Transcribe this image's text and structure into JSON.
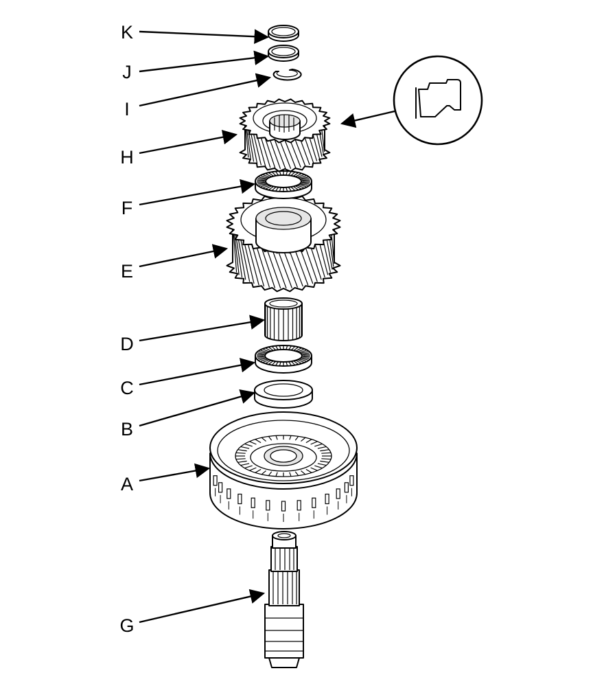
{
  "callouts": [
    {
      "id": "K",
      "label": "K"
    },
    {
      "id": "J",
      "label": "J"
    },
    {
      "id": "I",
      "label": "I"
    },
    {
      "id": "H",
      "label": "H"
    },
    {
      "id": "F",
      "label": "F"
    },
    {
      "id": "E",
      "label": "E"
    },
    {
      "id": "D",
      "label": "D"
    },
    {
      "id": "C",
      "label": "C"
    },
    {
      "id": "B",
      "label": "B"
    },
    {
      "id": "A",
      "label": "A"
    },
    {
      "id": "G",
      "label": "G"
    }
  ]
}
